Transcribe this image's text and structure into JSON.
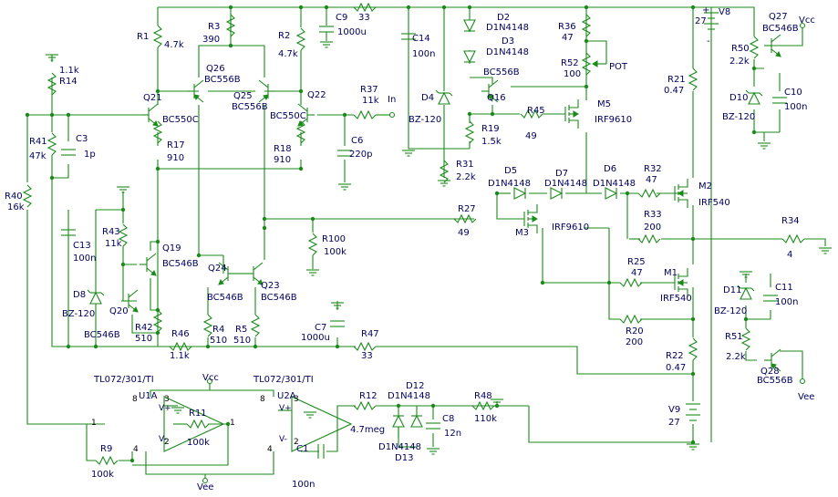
{
  "resistors": {
    "R1": [
      "R1",
      "4.7k"
    ],
    "R3": [
      "R3",
      "390"
    ],
    "R2": [
      "R2",
      "4.7k"
    ],
    "R14": [
      "R14",
      "1.1k"
    ],
    "R41": [
      "R41",
      "47k"
    ],
    "R40": [
      "R40",
      "16k"
    ],
    "R17": [
      "R17",
      "910"
    ],
    "R18": [
      "R18",
      "910"
    ],
    "R37": [
      "R37",
      "11k"
    ],
    "R100": [
      "R100",
      "100k"
    ],
    "R43": [
      "R43",
      "11k"
    ],
    "R42": [
      "R42",
      "510"
    ],
    "R46": [
      "R46",
      "1.1k"
    ],
    "R4": [
      "R4",
      "510"
    ],
    "R5": [
      "R5",
      "510"
    ],
    "R47": [
      "R47",
      "33"
    ],
    "R11": [
      "R11",
      "100k"
    ],
    "R9": [
      "R9",
      "100k"
    ],
    "R12": [
      "R12",
      "4.7meg"
    ],
    "R48": [
      "R48",
      "110k"
    ],
    "R33a": [
      "",
      "33"
    ],
    "R36": [
      "R36",
      "47"
    ],
    "R52": [
      "R52",
      "100"
    ],
    "R19": [
      "R19",
      "1.5k"
    ],
    "R45": [
      "R45",
      "49"
    ],
    "R31": [
      "R31",
      "2.2k"
    ],
    "R27": [
      "R27",
      "49"
    ],
    "R32": [
      "R32",
      "47"
    ],
    "R33": [
      "R33",
      "200"
    ],
    "R25": [
      "R25",
      "47"
    ],
    "R20": [
      "R20",
      "200"
    ],
    "R21": [
      "R21",
      "0.47"
    ],
    "R22": [
      "R22",
      "0.47"
    ],
    "R34": [
      "R34",
      "4"
    ],
    "R50": [
      "R50",
      "2.2k"
    ],
    "R51": [
      "R51",
      "2.2k"
    ]
  },
  "capacitors": {
    "C9": [
      "C9",
      "1000u"
    ],
    "C14": [
      "C14",
      "100n"
    ],
    "C3": [
      "C3",
      "1p"
    ],
    "C6": [
      "C6",
      "220p"
    ],
    "C13": [
      "C13",
      "100n"
    ],
    "C7": [
      "C7",
      "1000u"
    ],
    "C1": [
      "C1",
      "100n"
    ],
    "C8": [
      "C8",
      "12n"
    ],
    "C10": [
      "C10",
      "100n"
    ],
    "C11": [
      "C11",
      "100n"
    ]
  },
  "transistors": {
    "Q21": [
      "Q21",
      "BC550C"
    ],
    "Q22": [
      "Q22",
      "BC550C"
    ],
    "Q26": [
      "Q26",
      "BC556B"
    ],
    "Q25": [
      "Q25",
      "BC556B"
    ],
    "Q19": [
      "Q19",
      "BC546B"
    ],
    "Q20": [
      "Q20",
      "BC546B"
    ],
    "Q24": [
      "Q24",
      "BC546B"
    ],
    "Q23": [
      "Q23",
      "BC546B"
    ],
    "Q16": [
      "Q16",
      "BC556B"
    ],
    "Q27": [
      "Q27",
      "BC546B"
    ],
    "Q28": [
      "Q28",
      "BC556B"
    ],
    "M5": [
      "M5",
      "IRF9610"
    ],
    "M3": [
      "M3",
      "IRF9610"
    ],
    "M2": [
      "M2",
      "IRF540"
    ],
    "M1": [
      "M1",
      "IRF540"
    ]
  },
  "diodes": {
    "D2": [
      "D2",
      "D1N4148"
    ],
    "D3": [
      "D3",
      "D1N4148"
    ],
    "D4": [
      "D4",
      "BZ-120"
    ],
    "D5": [
      "D5",
      "D1N4148"
    ],
    "D7": [
      "D7",
      "D1N4148"
    ],
    "D6": [
      "D6",
      "D1N4148"
    ],
    "D8": [
      "D8",
      "BZ-120"
    ],
    "D12": [
      "D12",
      "D1N4148"
    ],
    "D13": [
      "D13",
      "D1N4148"
    ],
    "D10": [
      "D10",
      "BZ-120"
    ],
    "D11": [
      "D11",
      "BZ-120"
    ]
  },
  "opamps": {
    "U1A": [
      "U1A",
      "TL072/301/TI"
    ],
    "U2A": [
      "U2A",
      "TL072/301/TI"
    ],
    "pins": {
      "p8": "8",
      "p3": "3",
      "p2": "2",
      "p1": "1",
      "p4": "4"
    },
    "vplus": "V+",
    "vminus": "V-"
  },
  "sources": {
    "V8": [
      "V8",
      "27"
    ],
    "V9": [
      "V9",
      "27"
    ]
  },
  "labels": {
    "pot": "POT",
    "input": "In",
    "vcc": "Vcc",
    "vee": "Vee",
    "plus": "+",
    "minus": "-"
  },
  "colors": {
    "wire": "#1a8a1a",
    "text": "#000060"
  }
}
